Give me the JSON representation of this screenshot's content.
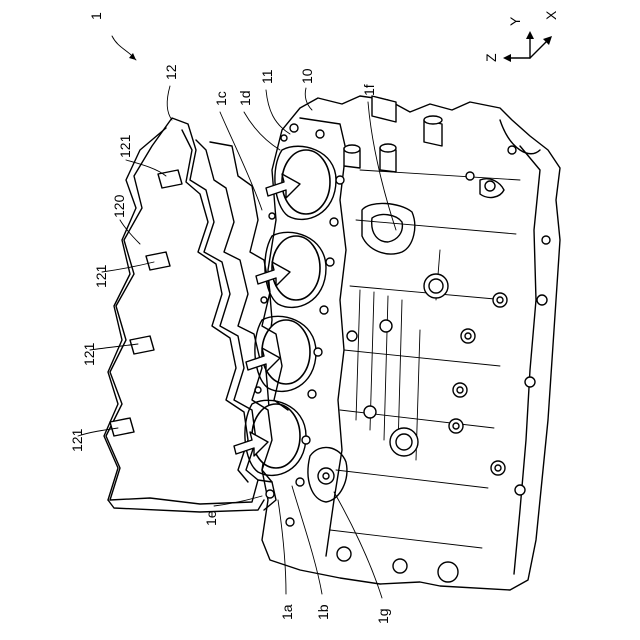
{
  "figure_number": "1",
  "axes": {
    "x": "X",
    "y": "Y",
    "z": "Z"
  },
  "labels": {
    "l10": "10",
    "l11": "11",
    "l12": "12",
    "l1c": "1c",
    "l1d": "1d",
    "l1f": "1f",
    "l121a": "121",
    "l120": "120",
    "l121b": "121",
    "l121c": "121",
    "l121d": "121",
    "l1e": "1e",
    "l1a": "1a",
    "l1b": "1b",
    "l1g": "1g"
  }
}
